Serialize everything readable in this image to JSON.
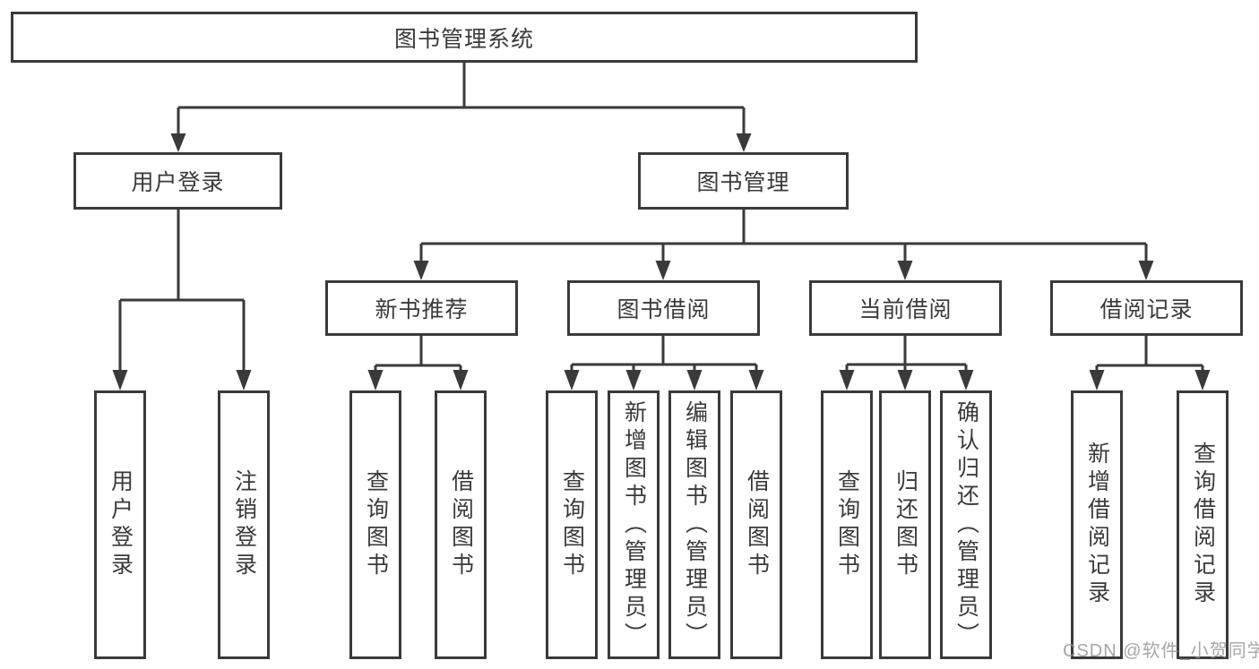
{
  "diagram": {
    "root": {
      "label": "图书管理系统"
    },
    "branches": [
      {
        "label": "用户登录",
        "children": [
          {
            "label": "用户登录"
          },
          {
            "label": "注销登录"
          }
        ]
      },
      {
        "label": "图书管理",
        "children": [
          {
            "label": "新书推荐",
            "children": [
              {
                "label": "查询图书"
              },
              {
                "label": "借阅图书"
              }
            ]
          },
          {
            "label": "图书借阅",
            "children": [
              {
                "label": "查询图书"
              },
              {
                "label": "新增图书（管理员）"
              },
              {
                "label": "编辑图书（管理员）"
              },
              {
                "label": "借阅图书"
              }
            ]
          },
          {
            "label": "当前借阅",
            "children": [
              {
                "label": "查询图书"
              },
              {
                "label": "归还图书"
              },
              {
                "label": "确认归还（管理员）"
              }
            ]
          },
          {
            "label": "借阅记录",
            "children": [
              {
                "label": "新增借阅记录"
              },
              {
                "label": "查询借阅记录"
              }
            ]
          }
        ]
      }
    ]
  },
  "watermark": {
    "text": "CSDN @软件_小贺同学",
    "color": "#969696"
  },
  "colors": {
    "line": "#3a3a3a",
    "box_background": "#ffffff",
    "text": "#3a3a3a"
  }
}
